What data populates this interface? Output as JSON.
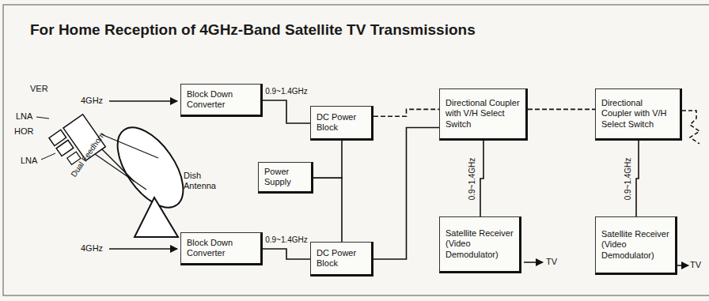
{
  "diagram": {
    "title": "For Home Reception of 4GHz-Band Satellite TV Transmissions",
    "nodes": [
      {
        "text": [
          "Block Down Converter"
        ]
      },
      {
        "text": [
          "DC Power Block"
        ]
      },
      {
        "text": [
          "Power Supply"
        ]
      },
      {
        "text": [
          "Block Down Converter"
        ]
      },
      {
        "text": [
          "DC Power Block"
        ]
      },
      {
        "text": [
          "Directional Coupler with V/H Select Switch"
        ]
      },
      {
        "text": [
          "Satellite Receiver (Video Demodulator)"
        ]
      },
      {
        "text": [
          "Directional Coupler with V/H Select Switch"
        ]
      },
      {
        "text": [
          "Satellite Receiver (Video Demodulator)"
        ]
      }
    ],
    "edges": [
      {
        "from": 0,
        "to": 1,
        "label": "0.9~1.4GHz",
        "arrow": "none"
      },
      {
        "from": 2,
        "to": 1,
        "arrow": "none"
      },
      {
        "from": 2,
        "to": 4,
        "arrow": "none"
      },
      {
        "from": 3,
        "to": 4,
        "label": "0.9~1.4GHz",
        "arrow": "none"
      },
      {
        "from": 1,
        "to": 5,
        "arrow": "none"
      },
      {
        "from": 4,
        "to": 5,
        "arrow": "none"
      },
      {
        "from": 5,
        "to": 6,
        "label": "0.9~1.4GHz",
        "arrow": "none"
      },
      {
        "from": 5,
        "to": 7,
        "arrow": "none"
      },
      {
        "from": 7,
        "to": 8,
        "label": "0.9~1.4GHz",
        "arrow": "none"
      }
    ],
    "labels": [
      "VER",
      "HOR",
      "LNA",
      "LNA",
      "Dual Feedhorn",
      "Dish Antenna",
      "4GHz",
      "4GHz",
      "TV",
      "TV"
    ]
  }
}
